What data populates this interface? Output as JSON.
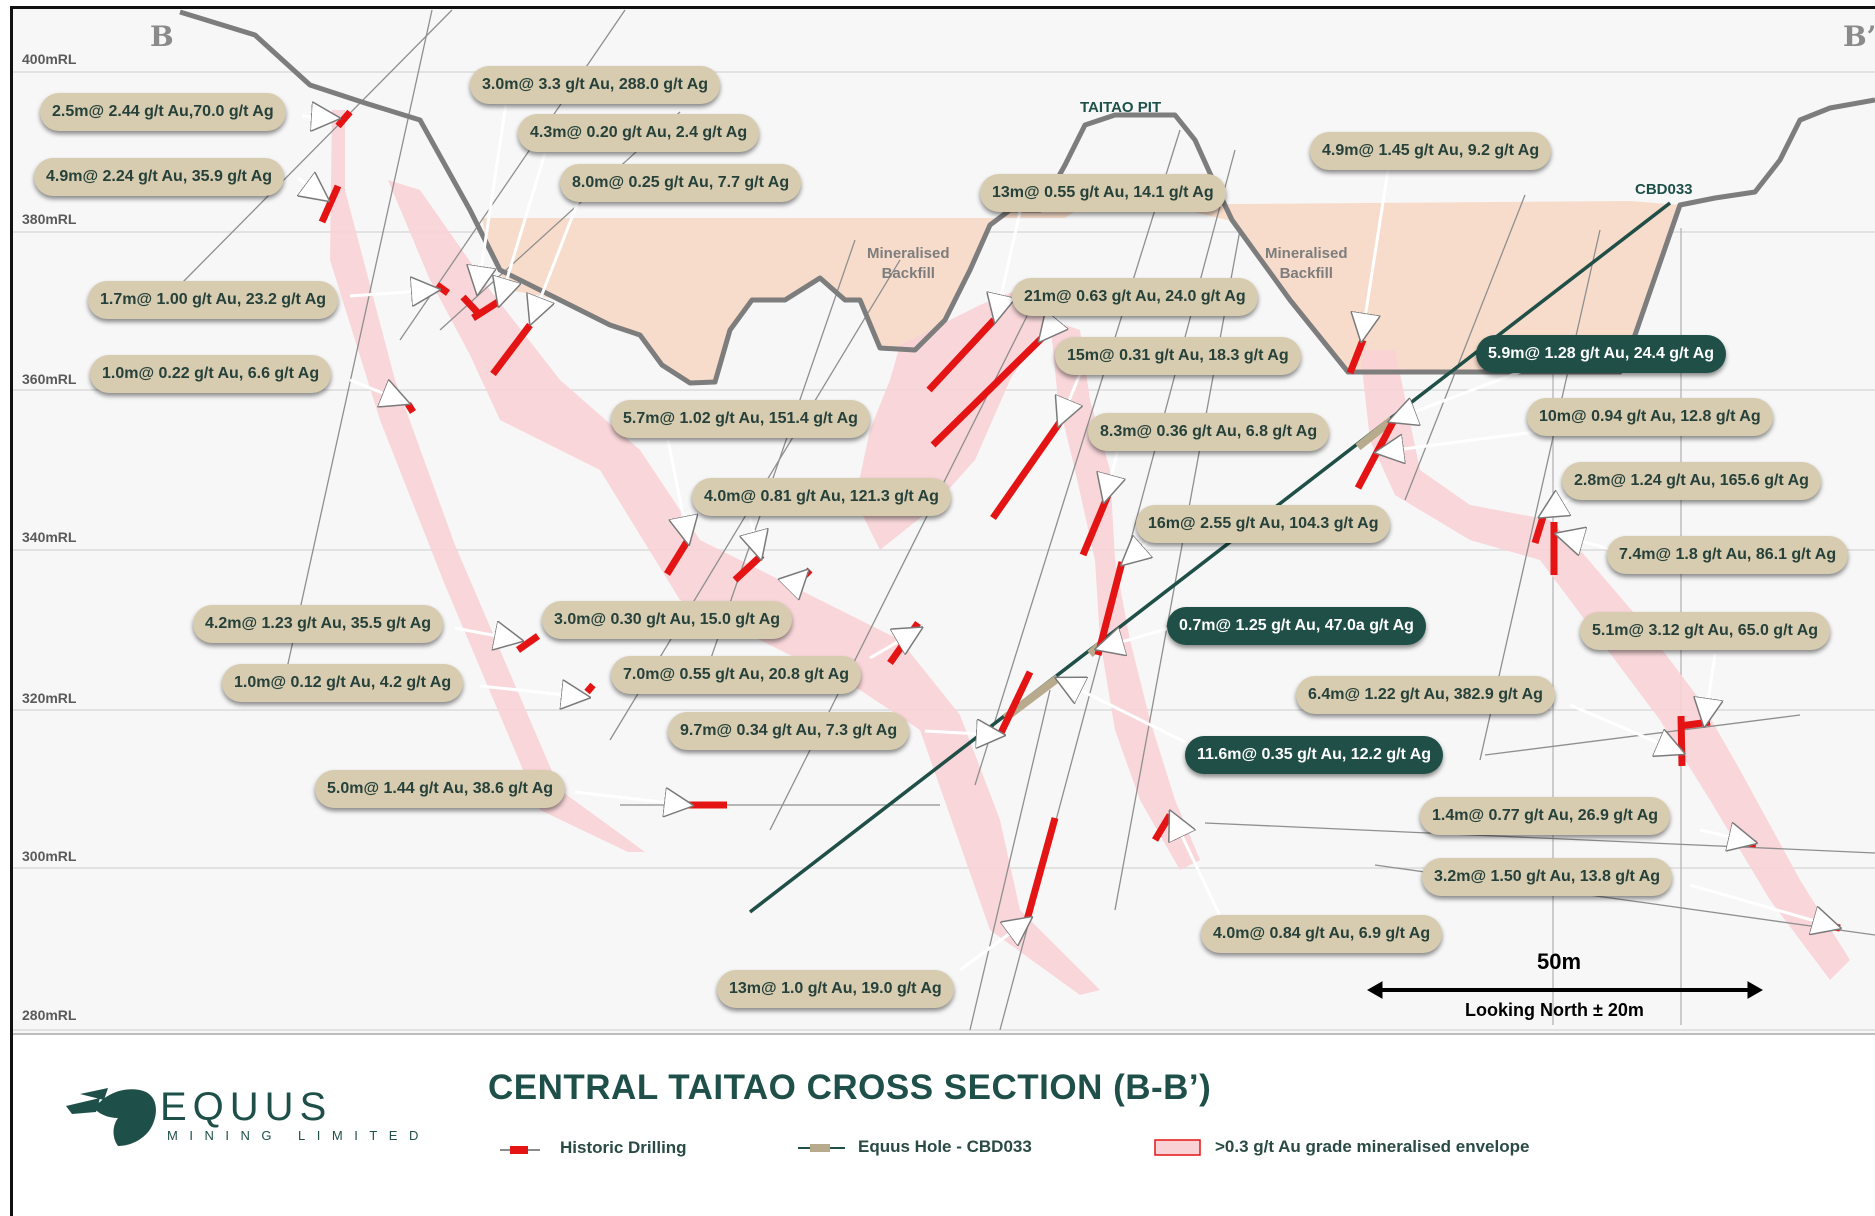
{
  "section": {
    "left_marker": "B",
    "right_marker": "B’",
    "pit_name": "TAITAO PIT",
    "backfill_label": "Mineralised\nBackfill",
    "hole_name": "CBD033",
    "scale_bar": "50m",
    "scale_caption": "Looking North ± 20m"
  },
  "elevations": [
    "400mRL",
    "380mRL",
    "360mRL",
    "340mRL",
    "320mRL",
    "300mRL",
    "280mRL"
  ],
  "intercepts": [
    {
      "text": "2.5m@ 2.44 g/t Au,70.0 g/t Ag",
      "dark": false
    },
    {
      "text": "4.9m@ 2.24 g/t Au, 35.9 g/t Ag",
      "dark": false
    },
    {
      "text": "1.7m@ 1.00 g/t Au, 23.2 g/t Ag",
      "dark": false
    },
    {
      "text": "1.0m@ 0.22 g/t Au, 6.6 g/t Ag",
      "dark": false
    },
    {
      "text": "3.0m@ 3.3 g/t Au, 288.0 g/t Ag",
      "dark": false
    },
    {
      "text": "4.3m@ 0.20 g/t Au, 2.4 g/t Ag",
      "dark": false
    },
    {
      "text": "8.0m@ 0.25 g/t Au, 7.7 g/t Ag",
      "dark": false
    },
    {
      "text": "13m@ 0.55 g/t Au, 14.1 g/t Ag",
      "dark": false
    },
    {
      "text": "21m@ 0.63 g/t Au, 24.0 g/t Ag",
      "dark": false
    },
    {
      "text": "15m@ 0.31 g/t Au, 18.3 g/t Ag",
      "dark": false
    },
    {
      "text": "8.3m@ 0.36 g/t Au, 6.8 g/t Ag",
      "dark": false
    },
    {
      "text": "4.9m@ 1.45 g/t Au, 9.2 g/t Ag",
      "dark": false
    },
    {
      "text": "5.9m@ 1.28 g/t Au, 24.4 g/t Ag",
      "dark": true
    },
    {
      "text": "10m@ 0.94 g/t Au, 12.8 g/t Ag",
      "dark": false
    },
    {
      "text": "2.8m@ 1.24 g/t Au, 165.6 g/t Ag",
      "dark": false
    },
    {
      "text": "7.4m@ 1.8 g/t Au, 86.1 g/t Ag",
      "dark": false
    },
    {
      "text": "5.7m@ 1.02 g/t Au, 151.4 g/t Ag",
      "dark": false
    },
    {
      "text": "4.0m@ 0.81 g/t Au, 121.3 g/t Ag",
      "dark": false
    },
    {
      "text": "16m@ 2.55 g/t Au, 104.3 g/t Ag",
      "dark": false
    },
    {
      "text": "4.2m@ 1.23 g/t Au, 35.5 g/t Ag",
      "dark": false
    },
    {
      "text": "3.0m@ 0.30 g/t Au, 15.0 g/t Ag",
      "dark": false
    },
    {
      "text": "0.7m@ 1.25 g/t Au, 47.0a g/t Ag",
      "dark": true
    },
    {
      "text": "5.1m@ 3.12 g/t Au, 65.0 g/t Ag",
      "dark": false
    },
    {
      "text": "1.0m@ 0.12 g/t Au, 4.2 g/t Ag",
      "dark": false
    },
    {
      "text": "7.0m@ 0.55 g/t Au, 20.8 g/t Ag",
      "dark": false
    },
    {
      "text": "6.4m@ 1.22 g/t Au, 382.9 g/t Ag",
      "dark": false
    },
    {
      "text": "9.7m@ 0.34 g/t Au, 7.3 g/t Ag",
      "dark": false
    },
    {
      "text": "11.6m@ 0.35 g/t Au, 12.2 g/t Ag",
      "dark": true
    },
    {
      "text": "5.0m@ 1.44 g/t Au, 38.6 g/t Ag",
      "dark": false
    },
    {
      "text": "1.4m@ 0.77 g/t Au, 26.9 g/t Ag",
      "dark": false
    },
    {
      "text": "3.2m@ 1.50 g/t Au, 13.8 g/t Ag",
      "dark": false
    },
    {
      "text": "4.0m@ 0.84 g/t Au, 6.9 g/t Ag",
      "dark": false
    },
    {
      "text": "13m@ 1.0 g/t Au, 19.0 g/t Ag",
      "dark": false
    }
  ],
  "footer": {
    "title": "CENTRAL TAITAO CROSS SECTION (B-B’)",
    "logo_name": "EQUUS",
    "logo_sub": "MINING LIMITED",
    "legend": [
      {
        "label": "Historic Drilling"
      },
      {
        "label": "Equus Hole - CBD033"
      },
      {
        "label": ">0.3 g/t Au grade mineralised envelope"
      }
    ]
  },
  "colors": {
    "label_bg": "#d7ccb0",
    "label_dark_bg": "#1f4f47",
    "label_text": "#26403a",
    "drill_red": "#e51414",
    "envelope_pink": "#f9d2d6",
    "backfill": "#f8dccb",
    "hole_green": "#1f4f47",
    "brand": "#1e5049"
  }
}
